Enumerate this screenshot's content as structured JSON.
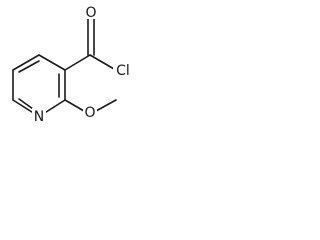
{
  "molecule": {
    "atoms": {
      "oxygen_carbonyl": "O",
      "chlorine": "Cl",
      "nitrogen": "N",
      "oxygen_methoxy": "O"
    },
    "colors": {
      "bond": "#1a1a1a",
      "label": "#1a1a1a",
      "background": "#ffffff"
    }
  }
}
